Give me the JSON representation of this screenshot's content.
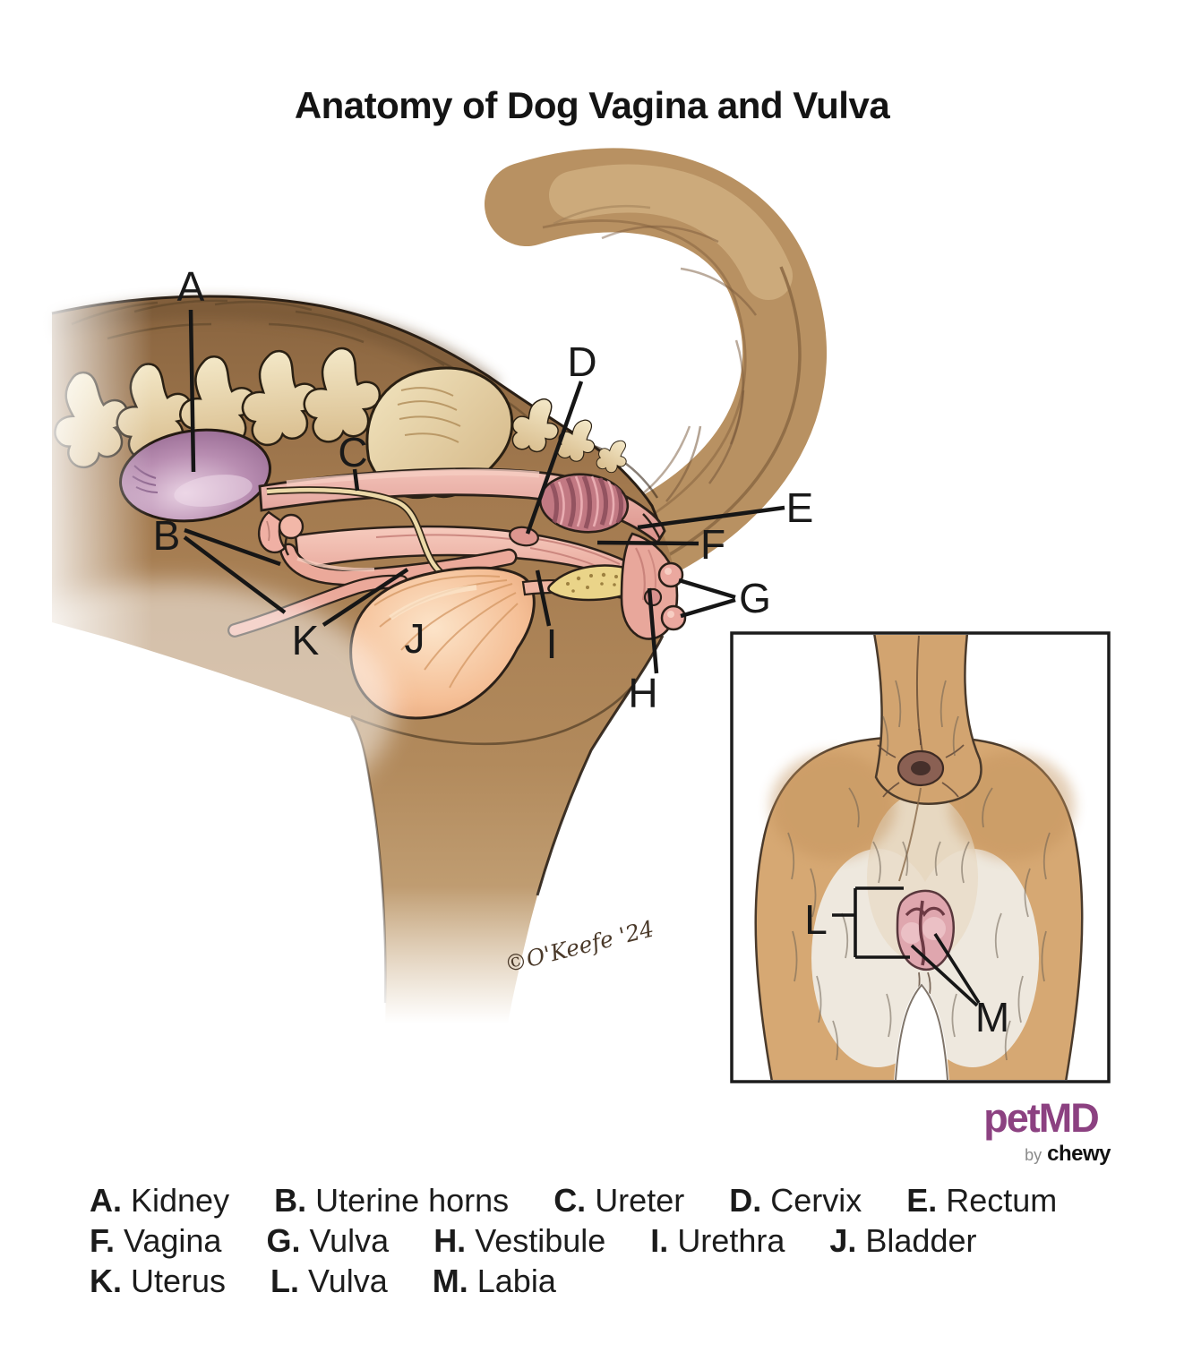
{
  "title": "Anatomy of Dog Vagina and Vulva",
  "markers": {
    "a": "A",
    "b": "B",
    "c": "C",
    "d": "D",
    "e": "E",
    "f": "F",
    "g": "G",
    "h": "H",
    "i": "I",
    "j": "J",
    "k": "K",
    "l": "L",
    "m": "M"
  },
  "signature": "©O'Keefe '24",
  "logo": {
    "brand": "petMD",
    "byline_prefix": "by",
    "byline_brand": "chewy"
  },
  "legend": {
    "rows": [
      {
        "items": [
          {
            "letter": "A.",
            "name": "Kidney"
          },
          {
            "letter": "B.",
            "name": "Uterine horns"
          },
          {
            "letter": "C.",
            "name": "Ureter"
          },
          {
            "letter": "D.",
            "name": "Cervix"
          },
          {
            "letter": "E.",
            "name": "Rectum"
          }
        ]
      },
      {
        "items": [
          {
            "letter": "F.",
            "name": "Vagina"
          },
          {
            "letter": "G.",
            "name": "Vulva"
          },
          {
            "letter": "H.",
            "name": "Vestibule"
          },
          {
            "letter": "I.",
            "name": "Urethra"
          },
          {
            "letter": "J.",
            "name": "Bladder"
          }
        ]
      },
      {
        "items": [
          {
            "letter": "K.",
            "name": "Uterus"
          },
          {
            "letter": "L.",
            "name": "Vulva"
          },
          {
            "letter": "M.",
            "name": "Labia"
          }
        ]
      }
    ]
  },
  "colors": {
    "ink": "#1b1b1b",
    "brand_purple": "#8c4181",
    "body_brown": "#a87e52",
    "bone_cream": "#ecdcb2",
    "kidney_purple": "#b288ab",
    "rectum_pink": "#e09a92",
    "bladder_peach": "#f4bd93",
    "pelvic_bone_yellow": "#e8d28a"
  }
}
